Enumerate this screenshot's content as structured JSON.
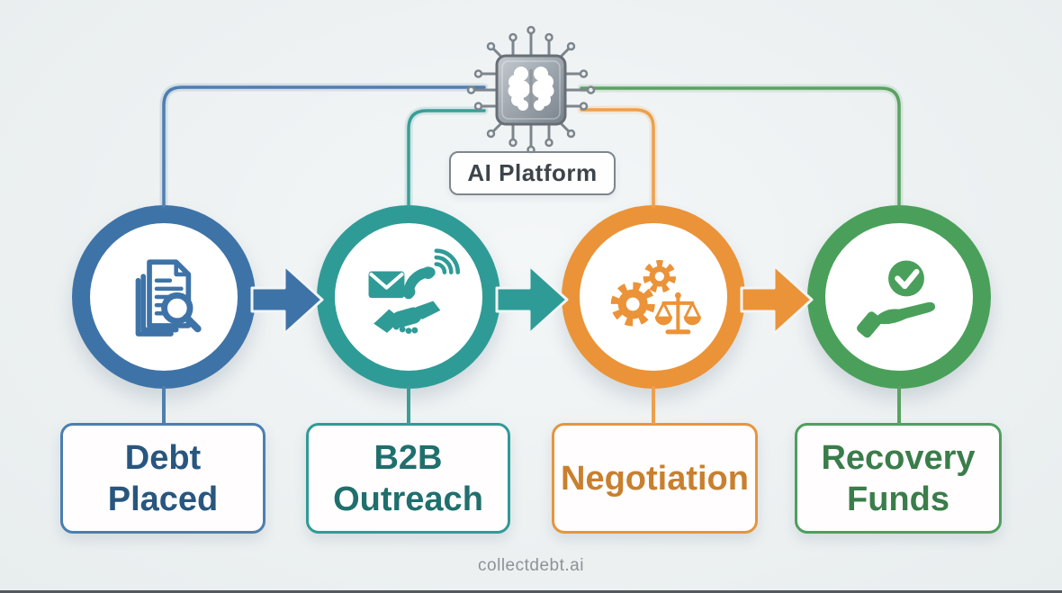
{
  "header": {
    "platform_label": "AI Platform",
    "platform_icon": "ai-chip-brain-icon"
  },
  "footer": {
    "brand": "collectdebt.ai"
  },
  "colors": {
    "background": "#edf1f2",
    "chip_gray": "#7d858d",
    "label_text": "#3d4449",
    "label_border": "#7e868d",
    "footer_text": "#8d9296",
    "bottom_bar": "#43484e"
  },
  "steps": [
    {
      "name": "debt-placed",
      "icon": "documents-search-icon",
      "label_lines": [
        "Debt",
        "Placed"
      ],
      "accent": "#3e73a8",
      "text_color": "#28567f",
      "border_color": "#4a7fb0",
      "connector_color": "#4e7fae"
    },
    {
      "name": "b2b-outreach",
      "icon": "email-phone-handshake-icon",
      "label_lines": [
        "B2B",
        "Outreach"
      ],
      "accent": "#2f9b96",
      "text_color": "#1f6f6d",
      "border_color": "#2f9b96",
      "connector_color": "#3a9e98"
    },
    {
      "name": "negotiation",
      "icon": "gears-justice-scale-icon",
      "label_lines": [
        "Negotiation"
      ],
      "accent": "#eb9338",
      "text_color": "#c8802f",
      "border_color": "#e6953f",
      "connector_color": "#eda04c"
    },
    {
      "name": "recovery-funds",
      "icon": "hand-check-icon",
      "label_lines": [
        "Recovery",
        "Funds"
      ],
      "accent": "#4aa05a",
      "text_color": "#3a7d4a",
      "border_color": "#4d9f5e",
      "connector_color": "#5aa263"
    }
  ]
}
